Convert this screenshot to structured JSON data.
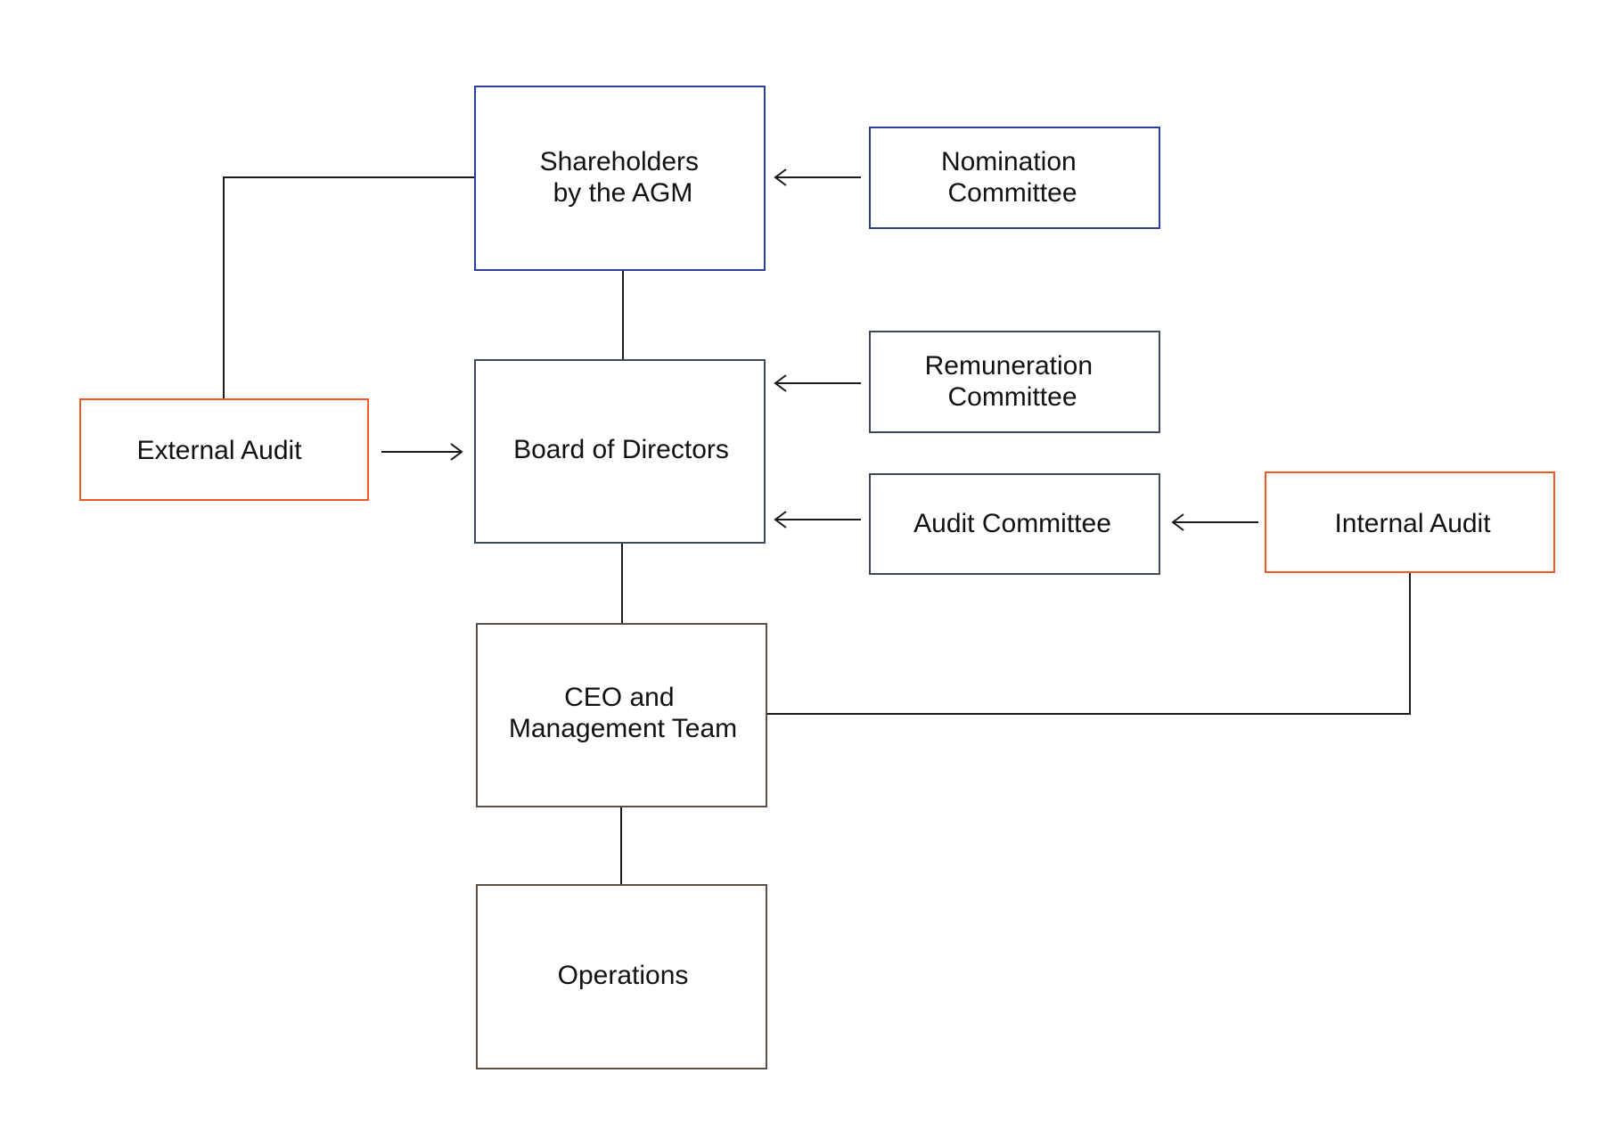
{
  "colors": {
    "blue_border": "#2e3d9e",
    "slate_border": "#3c4a5c",
    "orange_border": "#ee5a24",
    "brown_border": "#5a4f48",
    "line": "#1a1a1a",
    "text": "#111111"
  },
  "nodes": {
    "shareholders": {
      "lines": [
        "Shareholders",
        "by the AGM"
      ],
      "border": "blue"
    },
    "nomination_committee": {
      "lines": [
        "Nomination",
        "Committee"
      ],
      "border": "blue"
    },
    "board_of_directors": {
      "lines": [
        "Board of Directors"
      ],
      "border": "slate"
    },
    "remuneration_committee": {
      "lines": [
        "Remuneration",
        "Committee"
      ],
      "border": "slate"
    },
    "audit_committee": {
      "lines": [
        "Audit Committee"
      ],
      "border": "slate"
    },
    "external_audit": {
      "lines": [
        "External Audit"
      ],
      "border": "orange"
    },
    "internal_audit": {
      "lines": [
        "Internal Audit"
      ],
      "border": "orange"
    },
    "ceo_management": {
      "lines": [
        "CEO and",
        "Management Team"
      ],
      "border": "brown"
    },
    "operations": {
      "lines": [
        "Operations"
      ],
      "border": "brown"
    }
  },
  "edges": [
    {
      "from": "nomination_committee",
      "to": "shareholders",
      "type": "arrow"
    },
    {
      "from": "remuneration_committee",
      "to": "board_of_directors",
      "type": "arrow"
    },
    {
      "from": "audit_committee",
      "to": "board_of_directors",
      "type": "arrow"
    },
    {
      "from": "internal_audit",
      "to": "audit_committee",
      "type": "arrow"
    },
    {
      "from": "external_audit",
      "to": "board_of_directors",
      "type": "arrow"
    },
    {
      "from": "shareholders",
      "to": "board_of_directors",
      "type": "line"
    },
    {
      "from": "board_of_directors",
      "to": "ceo_management",
      "type": "line"
    },
    {
      "from": "ceo_management",
      "to": "operations",
      "type": "line"
    },
    {
      "from": "shareholders",
      "to": "external_audit",
      "type": "line"
    },
    {
      "from": "internal_audit",
      "to": "ceo_management",
      "type": "line"
    }
  ]
}
